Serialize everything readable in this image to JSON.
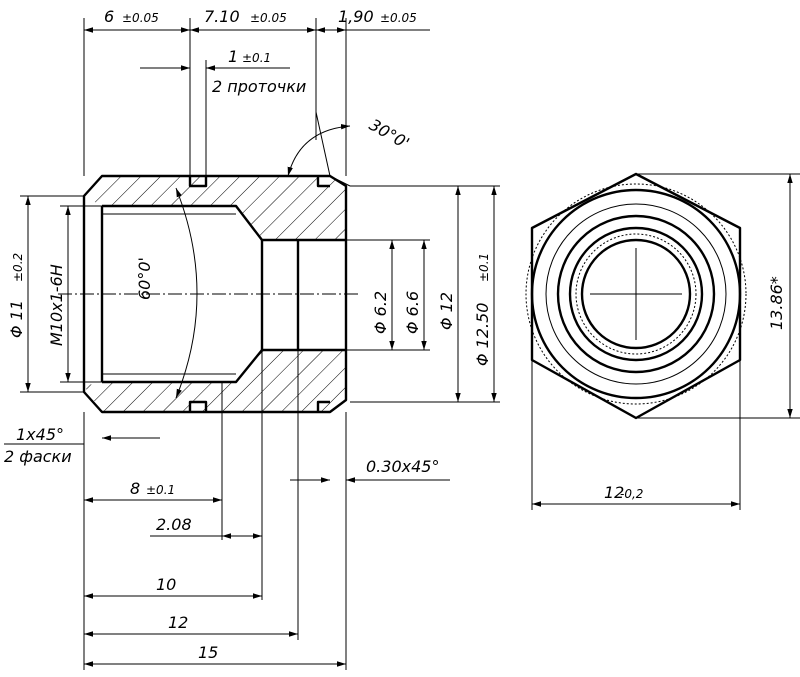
{
  "drawing": {
    "dims_top": {
      "d1": {
        "value": "6",
        "tol": "±0.05"
      },
      "d2": {
        "value": "7.10",
        "tol": "±0.05"
      },
      "d3": {
        "value": "1,90",
        "tol": "±0.05"
      },
      "groove": {
        "value": "1",
        "tol": "±0.1"
      }
    },
    "groove_note": "2 проточки",
    "angle_top": "30°0'",
    "angle_cone": "60°0'",
    "thread": "M10x1-6H",
    "dia_left": {
      "value": "Φ 11",
      "tol": "±0.2"
    },
    "dia_bores": [
      "Φ 6.2",
      "Φ 6.6",
      "Φ 12"
    ],
    "dia_hex": {
      "value": "Φ 12.50",
      "tol": "±0.1"
    },
    "chamfer_note": [
      "1x45°",
      "2 фаски"
    ],
    "chamfer_small": "0.30x45°",
    "dims_bottom": {
      "d8": {
        "value": "8",
        "tol": "±0.1"
      },
      "d208": "2.08",
      "d10": "10",
      "d12": "12",
      "d15": "15"
    },
    "hex_across_flats": {
      "value": "12",
      "tol": "-0,2"
    },
    "hex_across_corners": "13.86*"
  }
}
